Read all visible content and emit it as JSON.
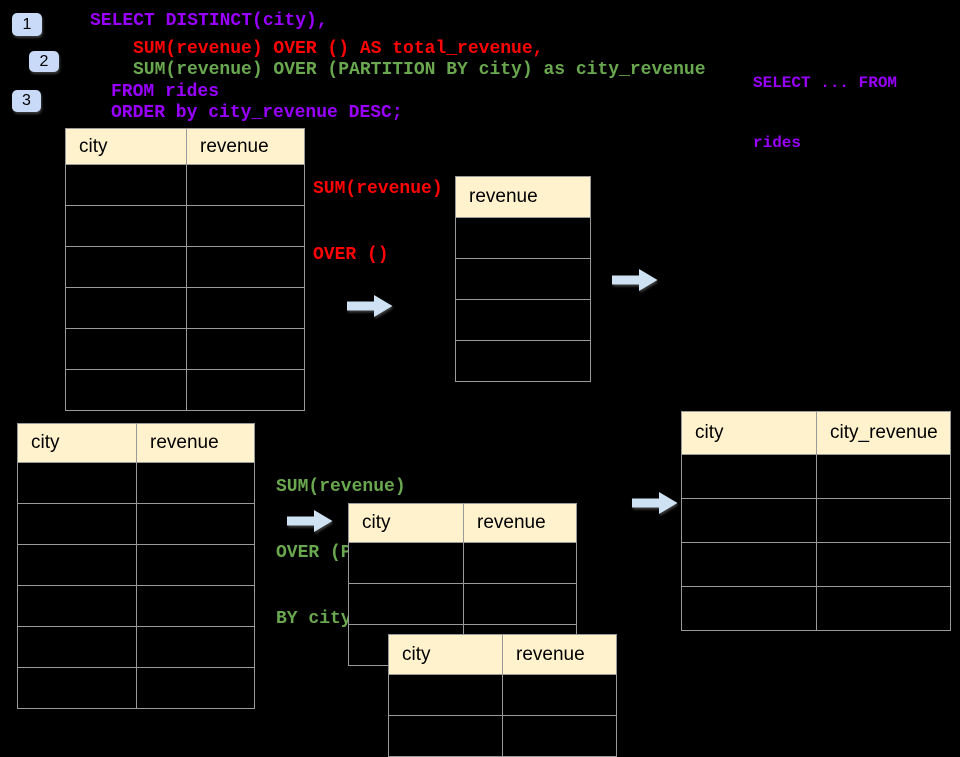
{
  "colors": {
    "background": "#000000",
    "sql_purple": "#9900FF",
    "sql_red": "#FF0404",
    "sql_green": "#6AA84F",
    "table_header_bg": "#FFF2CC",
    "table_border": "#9A9A9A",
    "arrow_fill": "#CFE2F3",
    "badge_bg": "#C9DAF8"
  },
  "badges": {
    "step1": "1",
    "step2": "2",
    "step3": "3"
  },
  "sql": {
    "line1": "SELECT DISTINCT(city),",
    "line2": "SUM(revenue) OVER () AS total_revenue,",
    "line3": "SUM(revenue) OVER (PARTITION BY city) as city_revenue",
    "line4": "FROM rides",
    "line5": "ORDER by city_revenue DESC;"
  },
  "side_snippet": {
    "line1": "SELECT ... FROM",
    "line2": "rides"
  },
  "labels": {
    "total_fn": {
      "line1": "SUM(revenue)",
      "line2": "OVER ()"
    },
    "partition_fn": {
      "line1": "SUM(revenue)",
      "line2": "OVER (PARTITION",
      "line3": "BY city)"
    }
  },
  "tables": {
    "rides_top": {
      "headers": {
        "col1": "city",
        "col2": "revenue"
      }
    },
    "total_result": {
      "headers": {
        "col1": "revenue"
      }
    },
    "rides_bottom": {
      "headers": {
        "col1": "city",
        "col2": "revenue"
      }
    },
    "partition_back": {
      "headers": {
        "col1": "city",
        "col2": "revenue"
      }
    },
    "partition_front": {
      "headers": {
        "col1": "city",
        "col2": "revenue"
      }
    },
    "final_result": {
      "headers": {
        "col1": "city",
        "col2": "city_revenue"
      }
    }
  }
}
